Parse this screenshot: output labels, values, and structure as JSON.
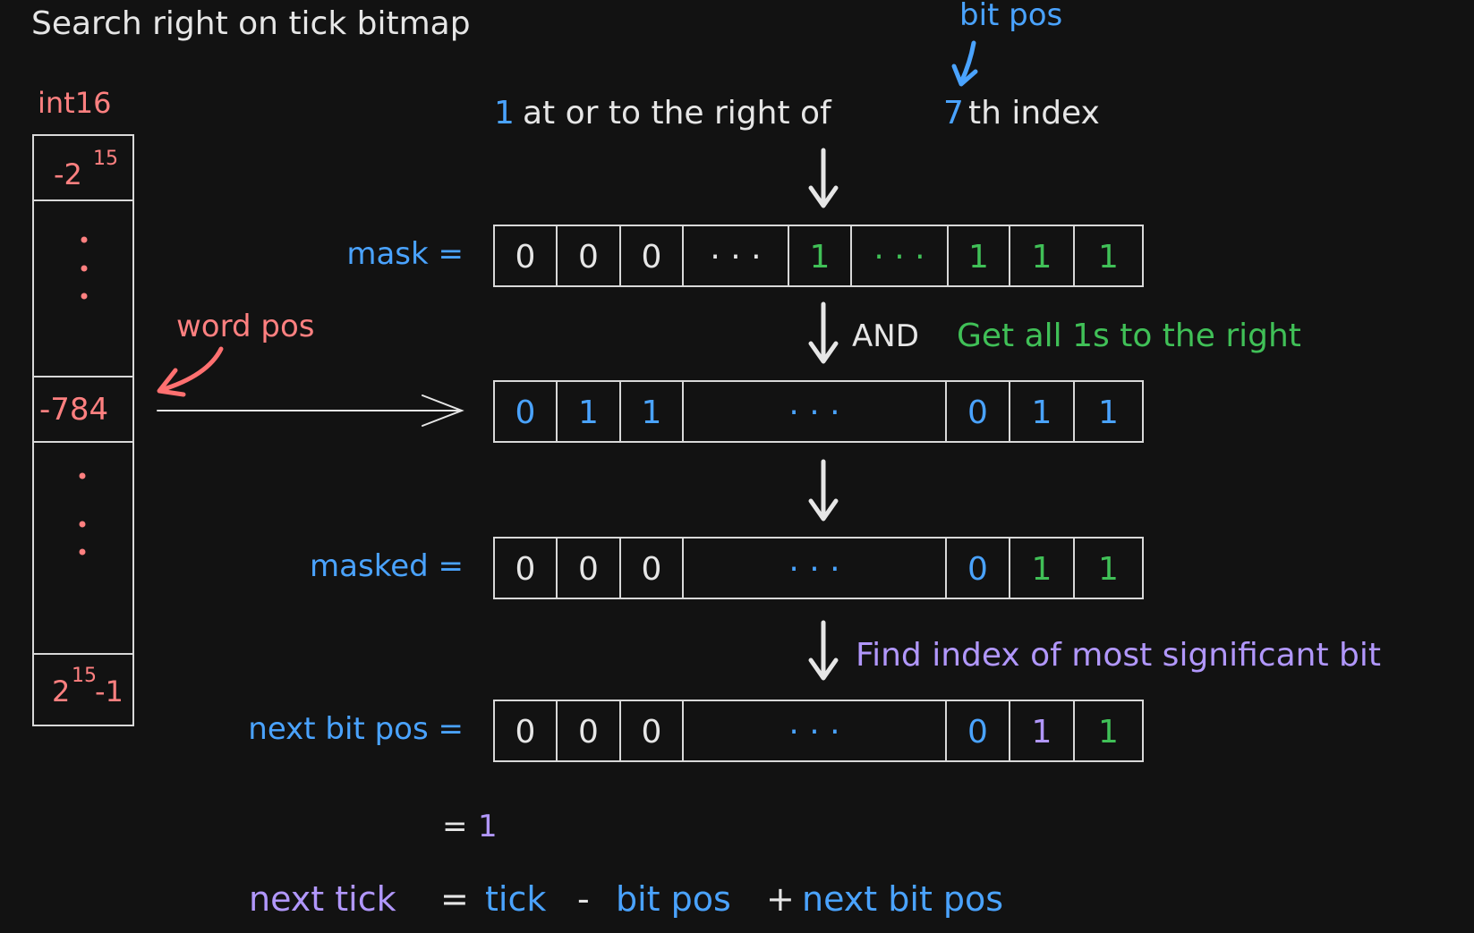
{
  "title": "Search right on tick bitmap",
  "colors": {
    "background": "#121212",
    "white": "#e6e6e6",
    "red": "#ff8080",
    "blue": "#4aa3ff",
    "green": "#40c057",
    "purple": "#b197fc",
    "dim": "#c7c7c7"
  },
  "int16": {
    "label": "int16",
    "min_base": "-2",
    "min_exp": "15",
    "word_value": "-784",
    "max_base": "2",
    "max_exp": "15",
    "max_suffix": "-1"
  },
  "bit_pos_label": "bit pos",
  "word_pos_label": "word pos",
  "header_line": {
    "one": "1",
    "middle": "at or to the right of",
    "seven": "7",
    "tail": "th index"
  },
  "rows": {
    "mask": {
      "label": "mask =",
      "cells": [
        "0",
        "0",
        "0",
        "· · ·",
        "1",
        "· · ·",
        "1",
        "1",
        "1"
      ],
      "colors": [
        "white",
        "white",
        "white",
        "white",
        "green",
        "green",
        "green",
        "green",
        "green"
      ]
    },
    "word": {
      "cells": [
        "0",
        "1",
        "1",
        "· · ·",
        "0",
        "1",
        "1"
      ],
      "colors": [
        "blue",
        "blue",
        "blue",
        "blue",
        "blue",
        "blue",
        "blue"
      ]
    },
    "masked": {
      "label": "masked =",
      "cells": [
        "0",
        "0",
        "0",
        "· · ·",
        "0",
        "1",
        "1"
      ],
      "colors": [
        "white",
        "white",
        "white",
        "blue",
        "blue",
        "green",
        "green"
      ]
    },
    "next": {
      "label": "next bit pos =",
      "cells": [
        "0",
        "0",
        "0",
        "· · ·",
        "0",
        "1",
        "1"
      ],
      "colors": [
        "white",
        "white",
        "white",
        "blue",
        "blue",
        "purple",
        "green"
      ]
    }
  },
  "and_label": "AND",
  "and_note": "Get all 1s to the right",
  "find_note": "Find index of most significant bit",
  "result": {
    "eq": "=",
    "value": "1"
  },
  "formula": {
    "a": "next tick",
    "eq": "=",
    "b": "tick",
    "minus": "-",
    "c": "bit pos",
    "plus": "+",
    "d": "next bit pos"
  }
}
